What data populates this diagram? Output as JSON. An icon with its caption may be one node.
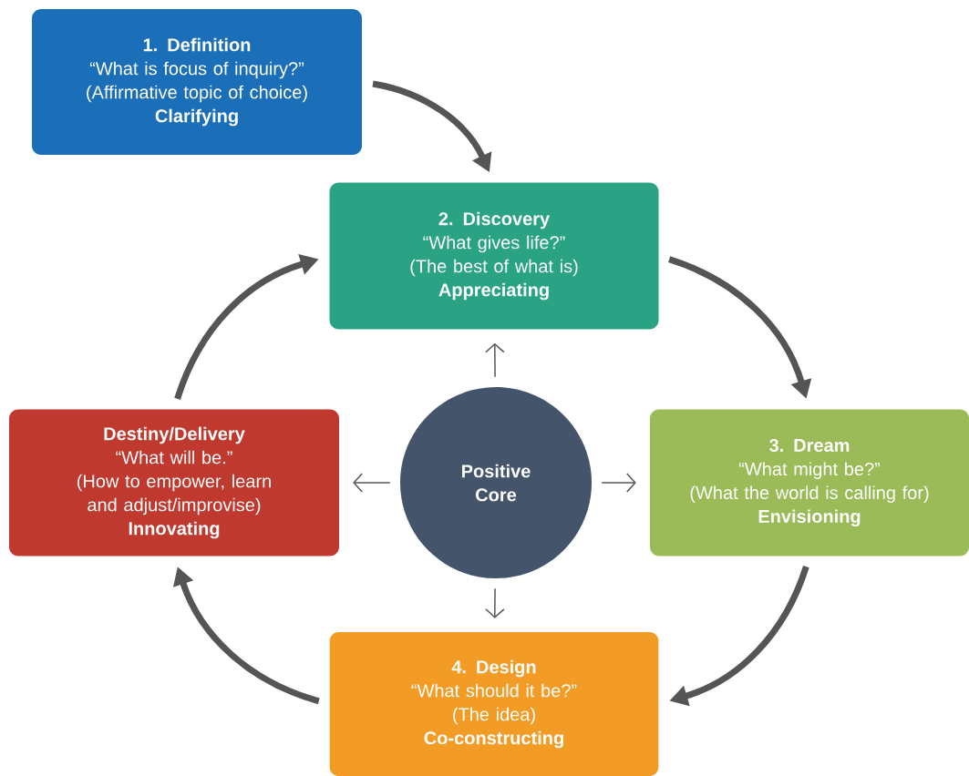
{
  "diagram": {
    "nodes": [
      {
        "text": [
          "1. Definition",
          "“What is focus of inquiry?”",
          "(Affirmative topic of choice)",
          "Clarifying"
        ]
      },
      {
        "text": [
          "2. Discovery",
          "“What gives life?”",
          "(The best of what is)",
          "Appreciating"
        ]
      },
      {
        "text": [
          "3. Dream",
          "“What might be?”",
          "(What the world is calling for)",
          "Envisioning"
        ]
      },
      {
        "text": [
          "4. Design",
          "“What should it be?”",
          "(The idea)",
          "Co-constructing"
        ]
      },
      {
        "text": [
          "Destiny/Delivery",
          "“What will be.”",
          "(How to empower, learn and adjust/improvise)",
          "Innovating"
        ]
      },
      {
        "text": [
          "Positive Core"
        ]
      }
    ],
    "edges": [
      {
        "from": 0,
        "to": 1,
        "arrow": "to"
      },
      {
        "from": 1,
        "to": 2,
        "arrow": "to"
      },
      {
        "from": 2,
        "to": 3,
        "arrow": "to"
      },
      {
        "from": 3,
        "to": 4,
        "arrow": "to"
      },
      {
        "from": 4,
        "to": 1,
        "arrow": "to"
      },
      {
        "from": 5,
        "to": 1,
        "arrow": "to"
      },
      {
        "from": 5,
        "to": 2,
        "arrow": "to"
      },
      {
        "from": 5,
        "to": 3,
        "arrow": "to"
      },
      {
        "from": 5,
        "to": 4,
        "arrow": "to"
      }
    ]
  }
}
